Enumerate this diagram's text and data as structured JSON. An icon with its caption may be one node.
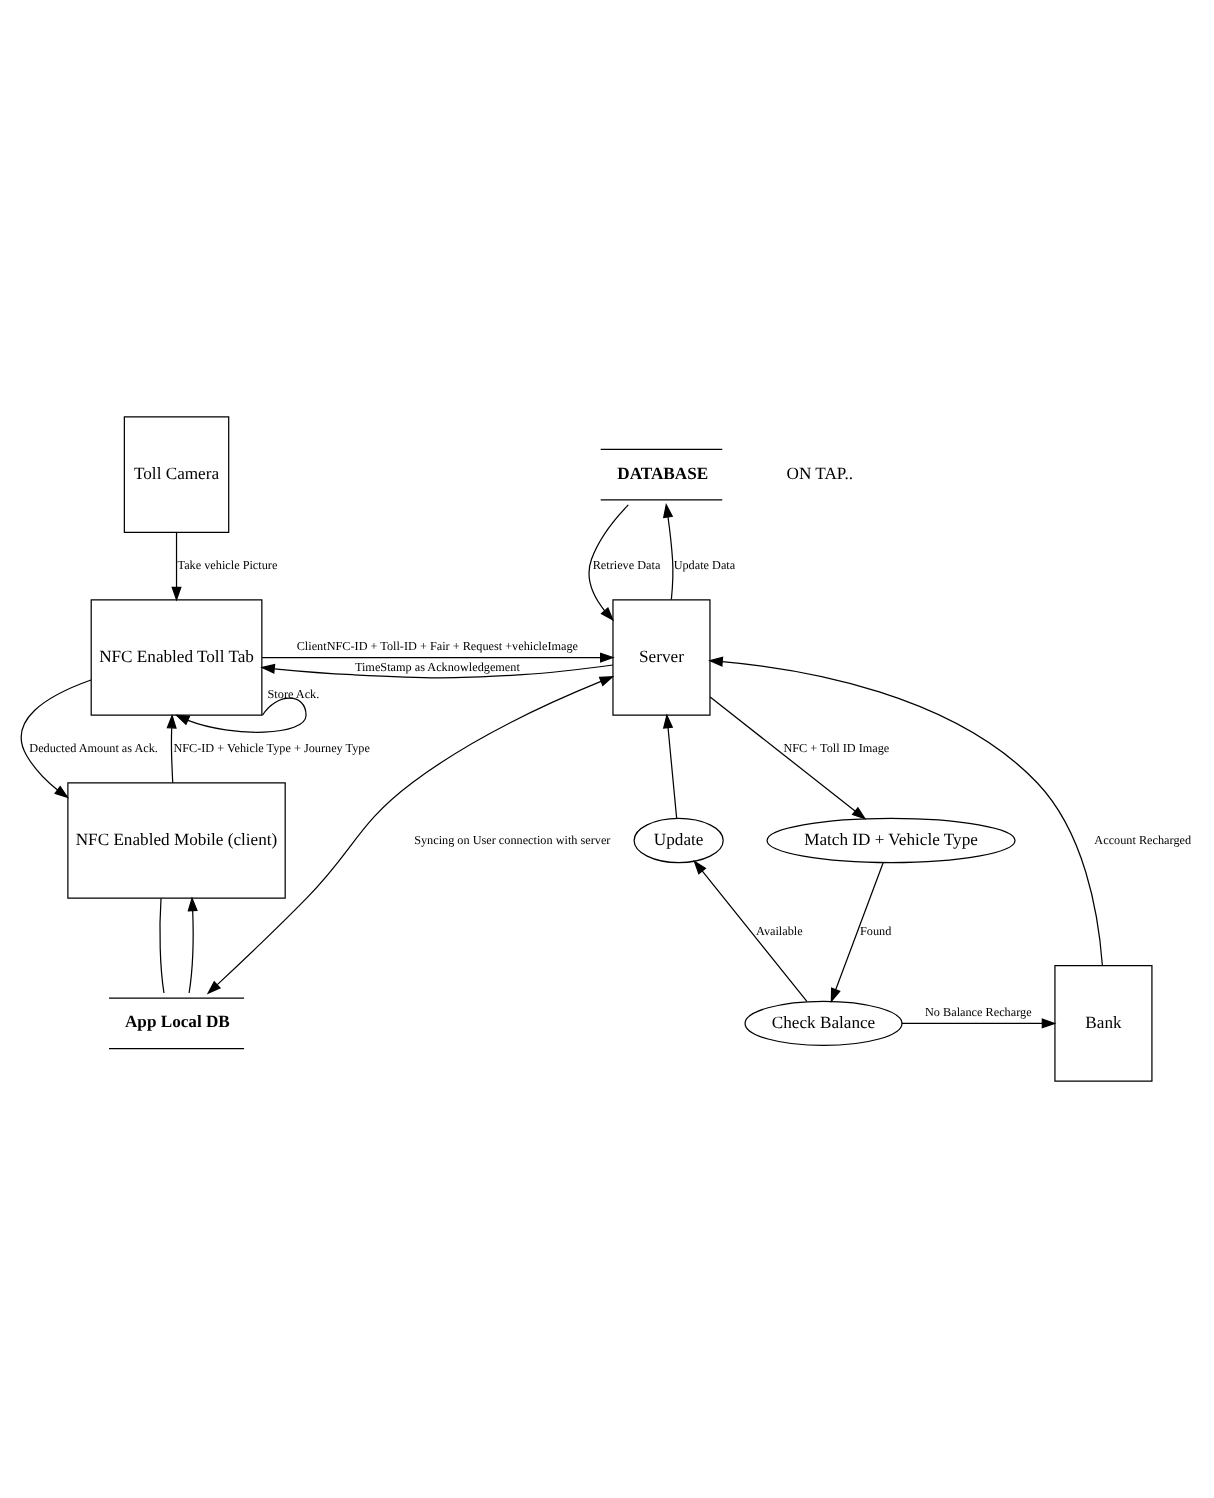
{
  "diagram": {
    "nodes": [
      {
        "text": [
          "Toll Camera"
        ]
      },
      {
        "text": [
          "DATABASE"
        ]
      },
      {
        "text": [
          "NFC Enabled Toll Tab"
        ]
      },
      {
        "text": [
          "Server"
        ]
      },
      {
        "text": [
          "NFC Enabled Mobile (client)"
        ]
      },
      {
        "text": [
          "App Local DB"
        ]
      },
      {
        "text": [
          "Match ID + Vehicle Type"
        ]
      },
      {
        "text": [
          "Update"
        ]
      },
      {
        "text": [
          "Bank"
        ]
      },
      {
        "text": [
          "Check Balance"
        ]
      }
    ],
    "edges": [
      {
        "from": 0,
        "to": 2,
        "arrow": "to",
        "label": "Take vehicle Picture"
      },
      {
        "from": 3,
        "to": 1,
        "arrow": "to",
        "label": "Update Data"
      },
      {
        "from": 1,
        "to": 3,
        "arrow": "to",
        "label": "Retrieve Data"
      },
      {
        "from": 4,
        "to": 2,
        "arrow": "to",
        "label": "NFC-ID + Vehicle Type + Journey Type"
      },
      {
        "from": 2,
        "to": 3,
        "arrow": "to",
        "label": "ClientNFC-ID + Toll-ID + Fair + Request +vehicleImage"
      },
      {
        "from": 3,
        "to": 2,
        "arrow": "to",
        "label": "TimeStamp as Acknowledgement"
      },
      {
        "from": 2,
        "to": 2,
        "arrow": "to",
        "label": "Store Ack."
      },
      {
        "from": 2,
        "to": 4,
        "arrow": "to",
        "label": "Deducted Amount as Ack."
      },
      {
        "from": 5,
        "to": 3,
        "arrow": "both",
        "label": "Syncing on User connection with server"
      },
      {
        "from": 8,
        "to": 3,
        "arrow": "to",
        "label": "Account Recharged"
      },
      {
        "from": 3,
        "to": 6,
        "arrow": "to",
        "label": "NFC + Toll ID Image"
      },
      {
        "from": 6,
        "to": 9,
        "arrow": "to",
        "label": "Found"
      },
      {
        "from": 9,
        "to": 7,
        "arrow": "to",
        "label": "Available"
      },
      {
        "from": 7,
        "to": 3,
        "arrow": "to"
      },
      {
        "from": 9,
        "to": 8,
        "arrow": "to",
        "label": "No Balance Recharge"
      },
      {
        "from": 4,
        "to": 5,
        "arrow": "none"
      },
      {
        "from": 5,
        "to": 4,
        "arrow": "to"
      }
    ],
    "labels": [
      "ON TAP.."
    ]
  }
}
